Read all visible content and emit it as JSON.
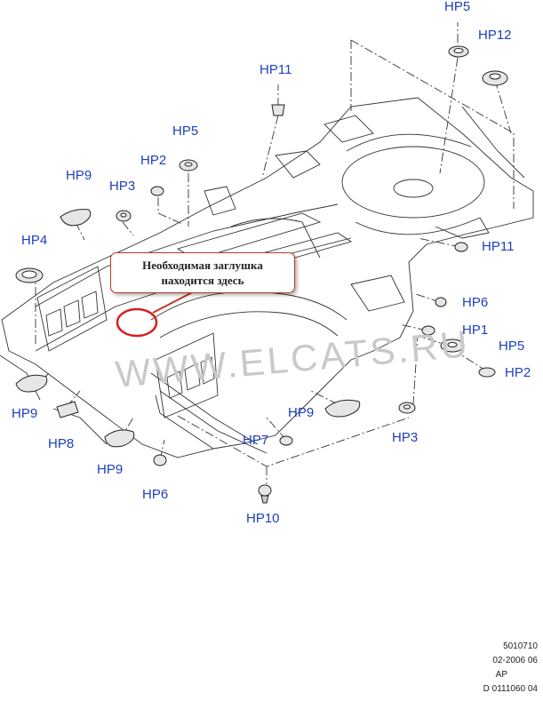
{
  "callout": {
    "line1": "Необходимая заглушка",
    "line2": "находится здесь",
    "highlight_color": "#d62020"
  },
  "watermark": "WWW.ELCATS.RU",
  "labels": {
    "hp5_top": "HP5",
    "hp12": "HP12",
    "hp11_top": "HP11",
    "hp5_mid": "HP5",
    "hp2_left": "HP2",
    "hp9_left_top": "HP9",
    "hp3_left": "HP3",
    "hp4": "HP4",
    "hp11_right": "HP11",
    "hp6_right": "HP6",
    "hp1": "HP1",
    "hp5_right": "HP5",
    "hp2_right": "HP2",
    "hp9_left_bottom": "HP9",
    "hp8": "HP8",
    "hp9_bottom": "HP9",
    "hp6_bottom": "HP6",
    "hp9_center": "HP9",
    "hp7": "HP7",
    "hp3_right": "HP3",
    "hp10": "HP10"
  },
  "footer": {
    "code": "5010710",
    "date": "02-2006 06",
    "region": "AP",
    "ref": "D 0111060 04"
  },
  "colors": {
    "label": "#1e3fbf",
    "line": "#333333",
    "callout_border": "#c0392b"
  }
}
